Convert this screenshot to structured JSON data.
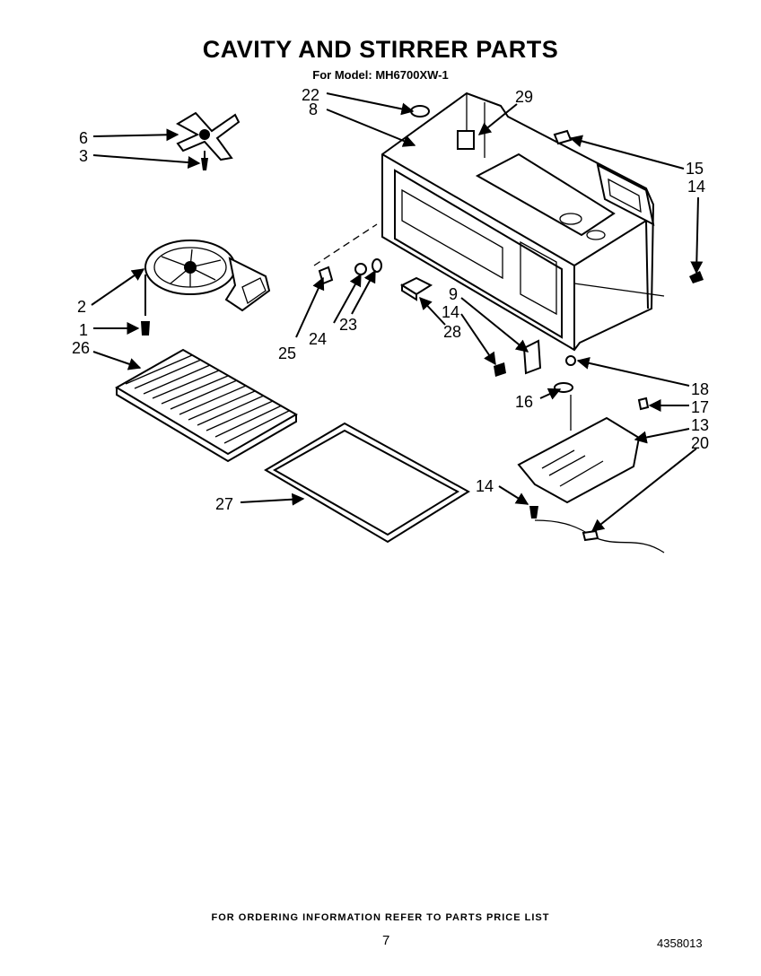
{
  "header": {
    "title": "CAVITY AND STIRRER PARTS",
    "model": "For Model: MH6700XW-1"
  },
  "callouts": {
    "p1": "1",
    "p2": "2",
    "p3": "3",
    "p6": "6",
    "p8": "8",
    "p9": "9",
    "p13": "13",
    "p14": "14",
    "p15": "15",
    "p16": "16",
    "p17": "17",
    "p18": "18",
    "p20": "20",
    "p22": "22",
    "p23": "23",
    "p24": "24",
    "p25": "25",
    "p26": "26",
    "p27": "27",
    "p28": "28",
    "p29": "29"
  },
  "footer": {
    "ordering_note": "FOR ORDERING INFORMATION REFER TO PARTS PRICE LIST",
    "page_number": "7",
    "document_number": "4358013"
  }
}
